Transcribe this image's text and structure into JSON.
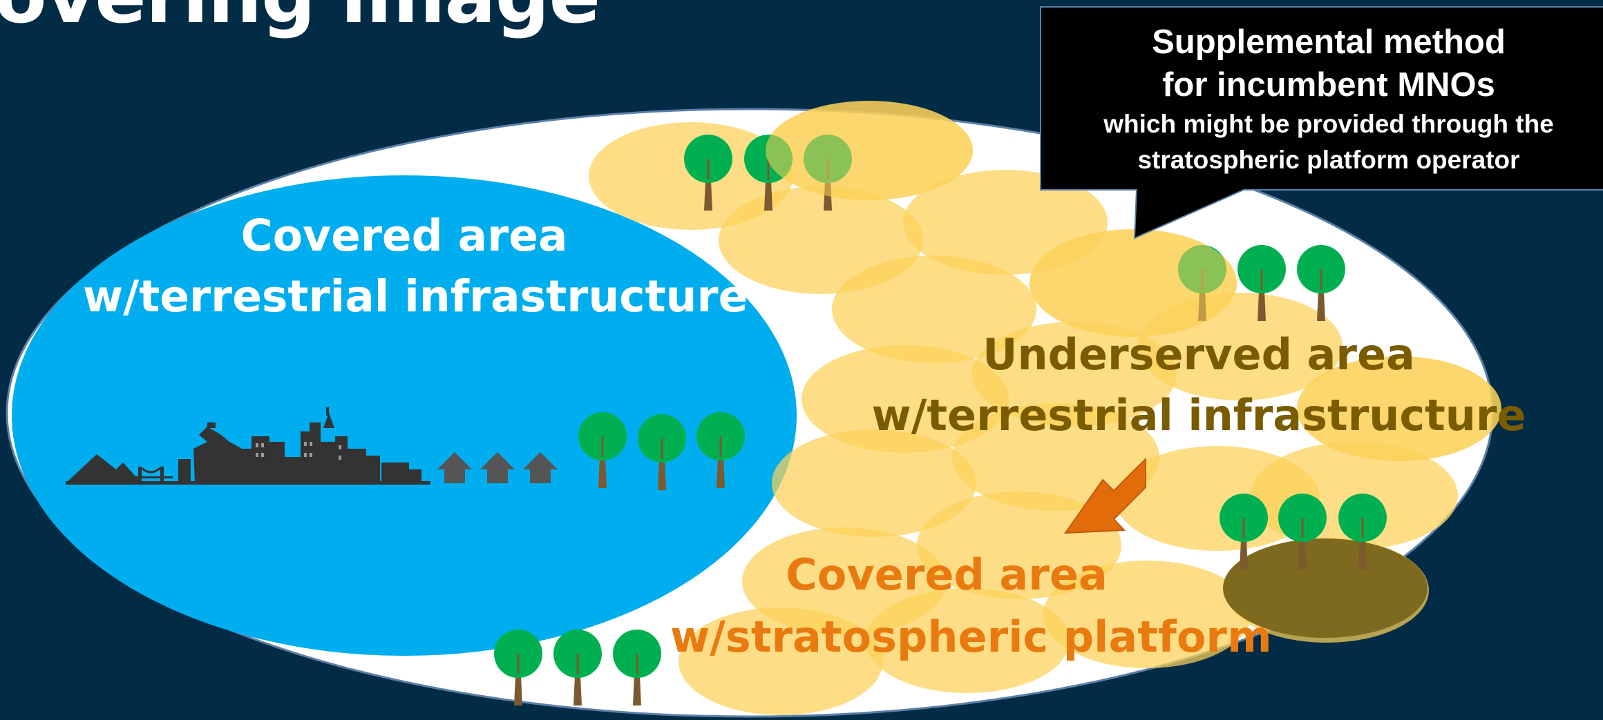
{
  "slide": {
    "title": "overing image"
  },
  "terrestrial_area": {
    "line1": "Covered area",
    "line2": "w/terrestrial infrastructure"
  },
  "underserved_area": {
    "line1": "Underserved area",
    "line2": "w/terrestrial infrastructure"
  },
  "stratospheric_area": {
    "line1": "Covered area",
    "line2": "w/stratospheric platform"
  },
  "callout": {
    "line1": "Supplemental method",
    "line2": "for incumbent MNOs",
    "line3": "which might be provided through the",
    "line4": "stratospheric platform operator"
  },
  "colors": {
    "background": "#022b45",
    "overall_area": "#ffffff",
    "terrestrial_area": "#00adef",
    "coverage_cell": "#fcd159",
    "arrow": "#e36c0a",
    "callout": "#000000",
    "tree_leaf": "#00b050",
    "city_skyline": "#333333"
  },
  "icons": [
    "mountain-icon",
    "bridge-icon",
    "castle-icon",
    "city-skyline-icon",
    "house-icon",
    "tree-icon",
    "arrow-icon"
  ]
}
